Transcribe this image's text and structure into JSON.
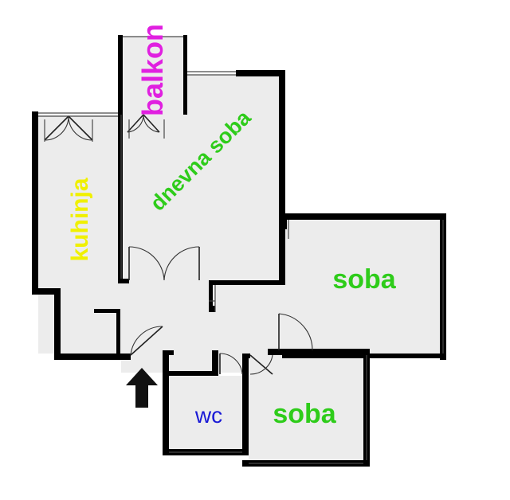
{
  "rooms": {
    "balkon": {
      "label": "balkon",
      "color": "#e020e0"
    },
    "dnevna_soba": {
      "label": "dnevna soba",
      "color": "#2ecc1a"
    },
    "kuhinja": {
      "label": "kuhinja",
      "color": "#f0f000"
    },
    "soba_1": {
      "label": "soba",
      "color": "#2ecc1a"
    },
    "soba_2": {
      "label": "soba",
      "color": "#2ecc1a"
    },
    "wc": {
      "label": "wc",
      "color": "#1a1ad6"
    }
  },
  "entrance": {
    "icon": "arrow-up-icon",
    "color": "#111111"
  }
}
